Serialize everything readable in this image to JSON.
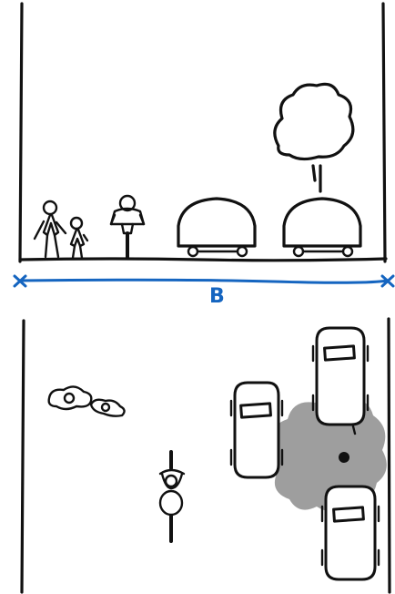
{
  "dimension_label": "B",
  "colors": {
    "ink": "#111111",
    "dimension": "#1565c0",
    "tree_shade": "#9e9e9e"
  },
  "panels": [
    {
      "view": "elevation",
      "contents": [
        "pedestrians",
        "cyclist",
        "parked-car",
        "parked-car",
        "tree"
      ]
    },
    {
      "view": "plan",
      "contents": [
        "pedestrians",
        "cyclist",
        "parked-car",
        "parked-car",
        "parked-car",
        "tree"
      ]
    }
  ]
}
